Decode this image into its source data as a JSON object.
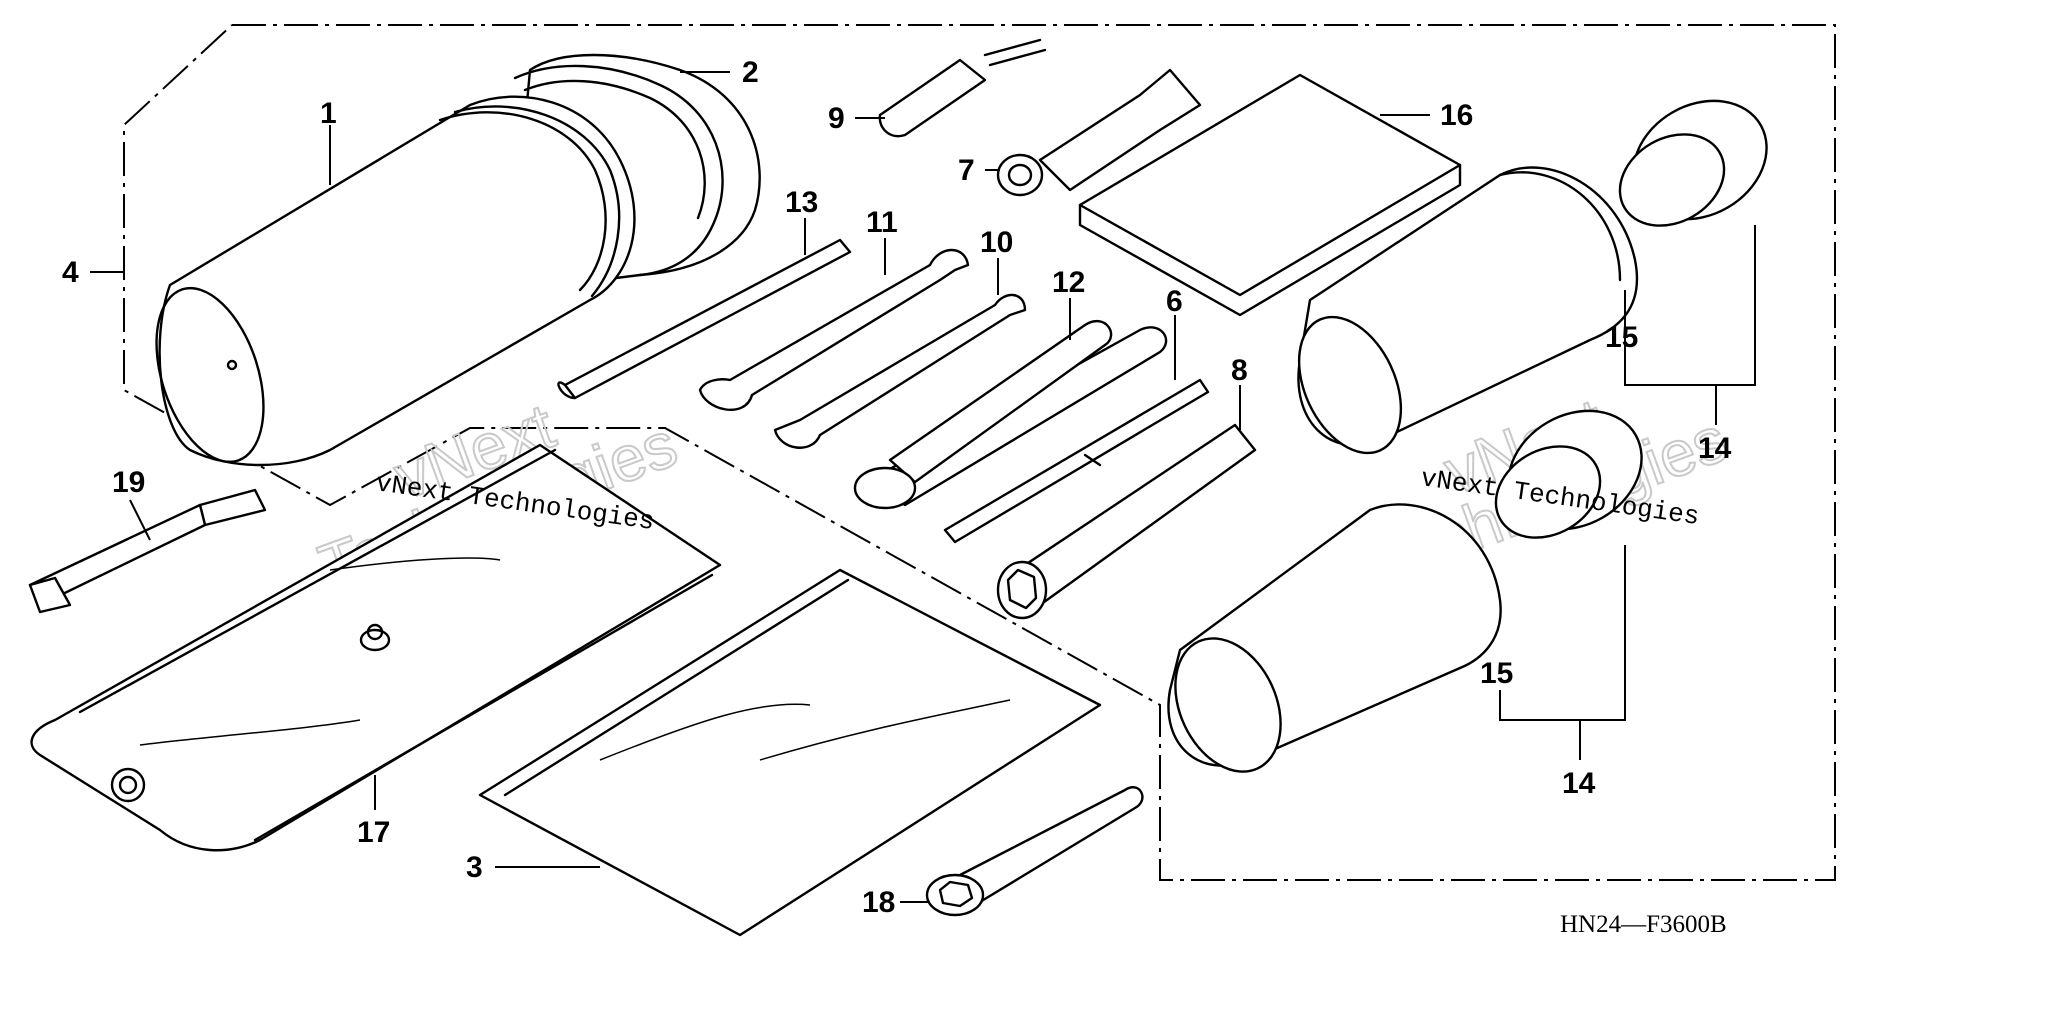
{
  "diagram": {
    "callouts": {
      "c1": "1",
      "c2": "2",
      "c3": "3",
      "c4": "4",
      "c6": "6",
      "c7": "7",
      "c8": "8",
      "c9": "9",
      "c10": "10",
      "c11": "11",
      "c12": "12",
      "c13": "13",
      "c14a": "14",
      "c14b": "14",
      "c15a": "15",
      "c15b": "15",
      "c16": "16",
      "c17": "17",
      "c18": "18",
      "c19": "19"
    },
    "drawing_code": "HN24—F3600B"
  },
  "watermark": {
    "brand_small_1": "vNext Technologies",
    "brand_small_2": "vNext Technologies",
    "brand_big_1a": "vNext",
    "brand_big_1b": "Technologies",
    "brand_big_2a": "vNext",
    "brand_big_2b": "Technologies"
  }
}
